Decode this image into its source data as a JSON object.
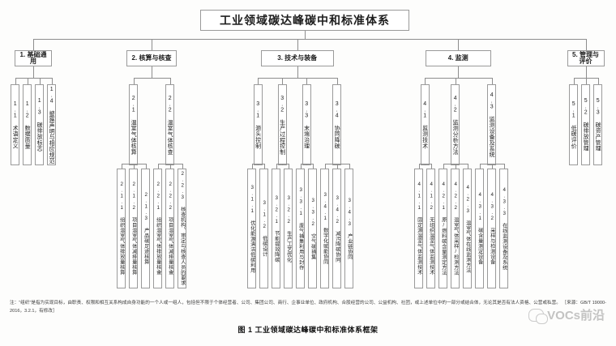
{
  "title": "工业领域碳达峰碳中和标准体系",
  "caption": "图 1  工业领域碳达峰碳中和标准体系框架",
  "note": "注：“组织”是指为实现目标，由职责、权限和相互关系构成自身功能的一个人或一组人，包括但不限于个体经营者、公司、集团公司、商行、企事业单位、政府机构、合股经营的公司、公益机构、社团，或上述单位中的一部分或结合体，无论其是否有法人资格、公营或私营。   ［来源：GB/T 19000-2016，3.2.1，有修改］",
  "watermark": "VOCs前沿",
  "groups": [
    {
      "id": "g1",
      "label": "1. 基础通用",
      "children": [
        {
          "label": "1.1 术语定义",
          "children": []
        },
        {
          "label": "1.2 数据质量",
          "children": []
        },
        {
          "label": "1.3 碳排放标志",
          "children": []
        },
        {
          "label": "1.4 披露声明与相应规范",
          "children": []
        }
      ]
    },
    {
      "id": "g2",
      "label": "2. 核算与核查",
      "children": [
        {
          "label": "2.1 温室气体核算",
          "children": [
            {
              "label": "2.1.1 组织温室气体排放量核算"
            },
            {
              "label": "2.1.2 项目温室气体减排量核算"
            },
            {
              "label": "2.1.3 产品碳足迹核算"
            }
          ]
        },
        {
          "label": "2.2 温室气体核查",
          "children": [
            {
              "label": "2.2.1 组织温室气体排放量核查"
            },
            {
              "label": "2.2.2 项目温室气体减排量核查"
            },
            {
              "label": "2.2.3 核查机构、审定与核查人员的要求"
            }
          ]
        }
      ]
    },
    {
      "id": "g3",
      "label": "3. 技术与装备",
      "children": [
        {
          "label": "3.1 源头控制",
          "children": [
            {
              "label": "3.1.1 优化能源清洁低碳利用"
            },
            {
              "label": "3.1.2 低碳设计"
            }
          ]
        },
        {
          "label": "3.2 生产过程控制",
          "children": [
            {
              "label": "3.2.1 节能提效降碳"
            },
            {
              "label": "3.2.2 生产工艺优化"
            }
          ]
        },
        {
          "label": "3.3 末端治理",
          "children": [
            {
              "label": "3.3.1 废气捕集利用与封存"
            },
            {
              "label": "3.3.2 空气碳捕集"
            }
          ]
        },
        {
          "label": "3.4 协同降碳",
          "children": [
            {
              "label": "3.4.1 数字化赋能协同"
            },
            {
              "label": "3.4.2 减污降碳协同"
            },
            {
              "label": "3.4.3 产业链协同"
            }
          ]
        }
      ]
    },
    {
      "id": "g4",
      "label": "4. 监测",
      "children": [
        {
          "label": "4.1 监测技术",
          "children": [
            {
              "label": "4.1.1 固定源温室气体监测技术"
            },
            {
              "label": "4.1.2 无组织温室气体监测技术"
            }
          ]
        },
        {
          "label": "4.2 监测分析方法",
          "children": [
            {
              "label": "4.2.1 原/燃料碳含量测定方法"
            },
            {
              "label": "4.2.2 温室气体采样/检测方法"
            },
            {
              "label": "4.2.3 温室气体在线监测方法"
            }
          ]
        },
        {
          "label": "4.3 监测设备及系统",
          "children": [
            {
              "label": "4.3.1 碳含量测定设备"
            },
            {
              "label": "4.3.2 采样与检测设备"
            },
            {
              "label": "4.3.3 在线监测设备及系统"
            }
          ]
        }
      ]
    },
    {
      "id": "g5",
      "label": "5. 管理与评价",
      "children": [
        {
          "label": "5.1 低碳评价",
          "children": []
        },
        {
          "label": "5.2 碳排放管理",
          "children": []
        },
        {
          "label": "5.3 碳资产管理",
          "children": []
        }
      ]
    }
  ],
  "colors": {
    "line": "#8d8d8d",
    "border": "#9a9a9a",
    "text": "#1d1d1d",
    "bg": "#fdfdfc"
  }
}
